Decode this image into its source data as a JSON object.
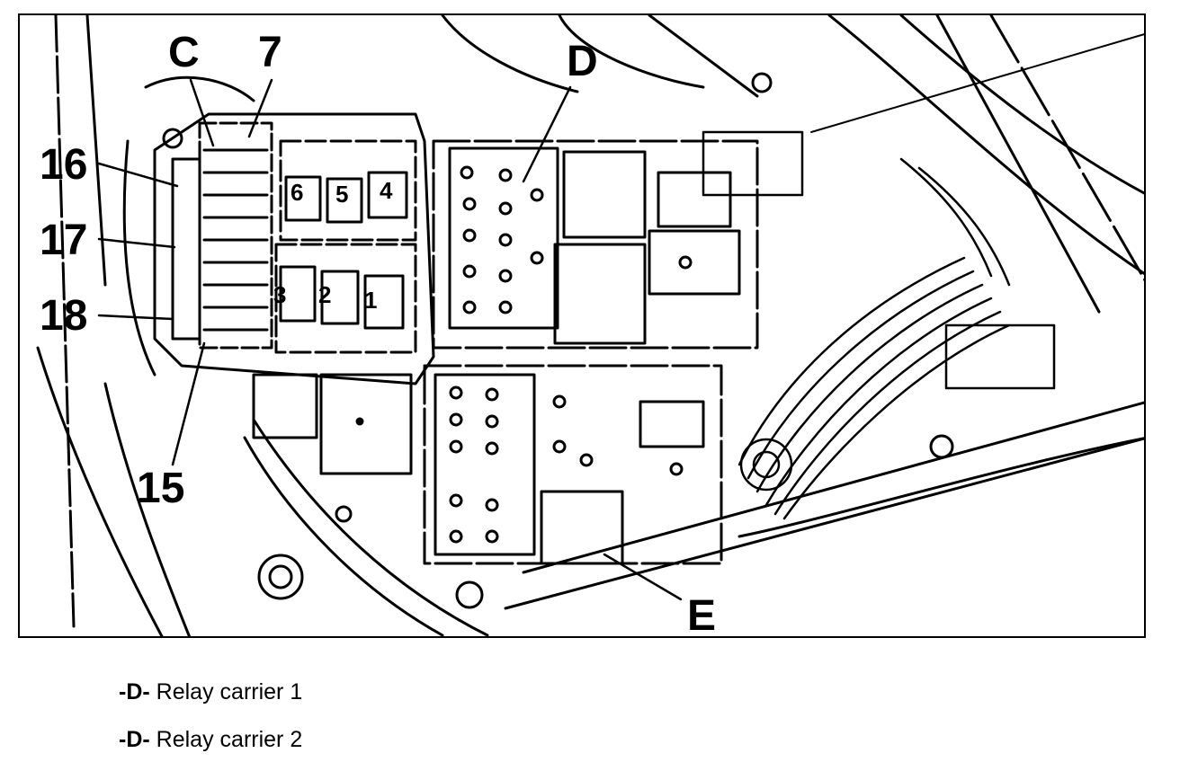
{
  "callouts": {
    "c": "C",
    "seven": "7",
    "d": "D",
    "sixteen": "16",
    "seventeen": "17",
    "eighteen": "18",
    "fifteen": "15",
    "e": "E"
  },
  "fuse_numbers": {
    "one": "1",
    "two": "2",
    "three": "3",
    "four": "4",
    "five": "5",
    "six": "6"
  },
  "legend": [
    {
      "key": "-D-",
      "text": "Relay carrier 1"
    },
    {
      "key": "-D-",
      "text": "Relay carrier 2"
    }
  ]
}
